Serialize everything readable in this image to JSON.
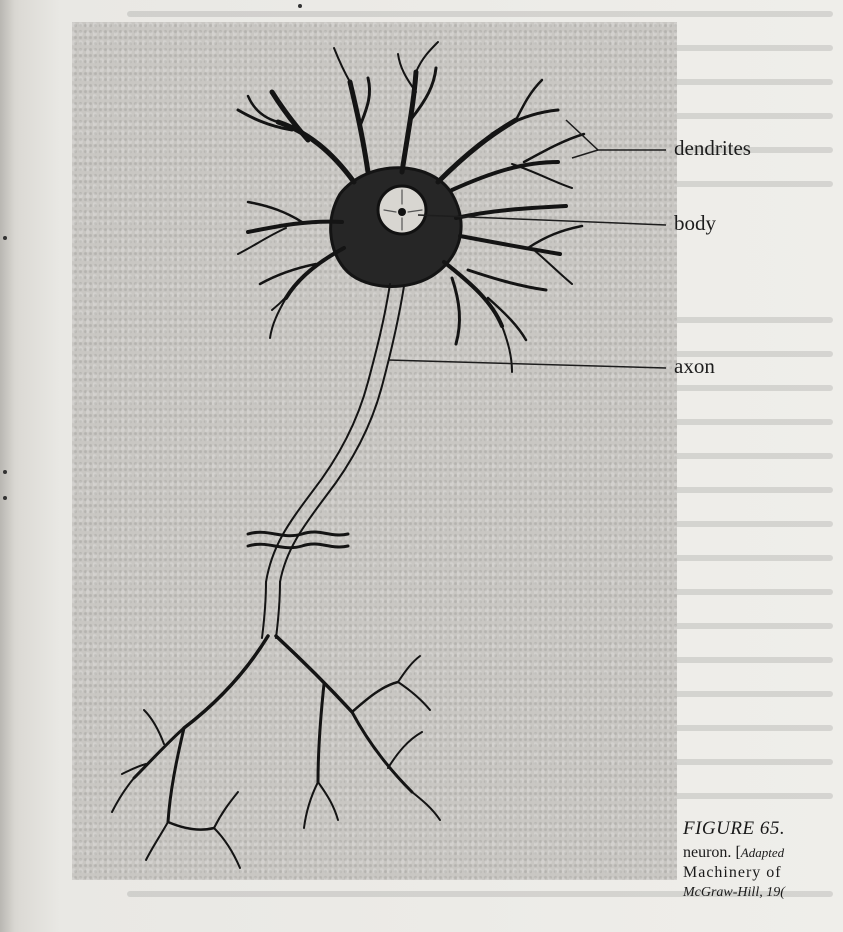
{
  "diagram": {
    "labels": {
      "dendrites": "dendrites",
      "body": "body",
      "axon": "axon"
    }
  },
  "caption": {
    "figure": "FIGURE 65.",
    "line2_prefix": "neuron.",
    "line2_bracket": "[",
    "line2_italic": "Adapted",
    "line3": "Machinery of",
    "line4": "McGraw-Hill, 19("
  },
  "colors": {
    "ink": "#1d1d1d",
    "panel": "#c9c7c3",
    "paper": "#efeeea"
  }
}
